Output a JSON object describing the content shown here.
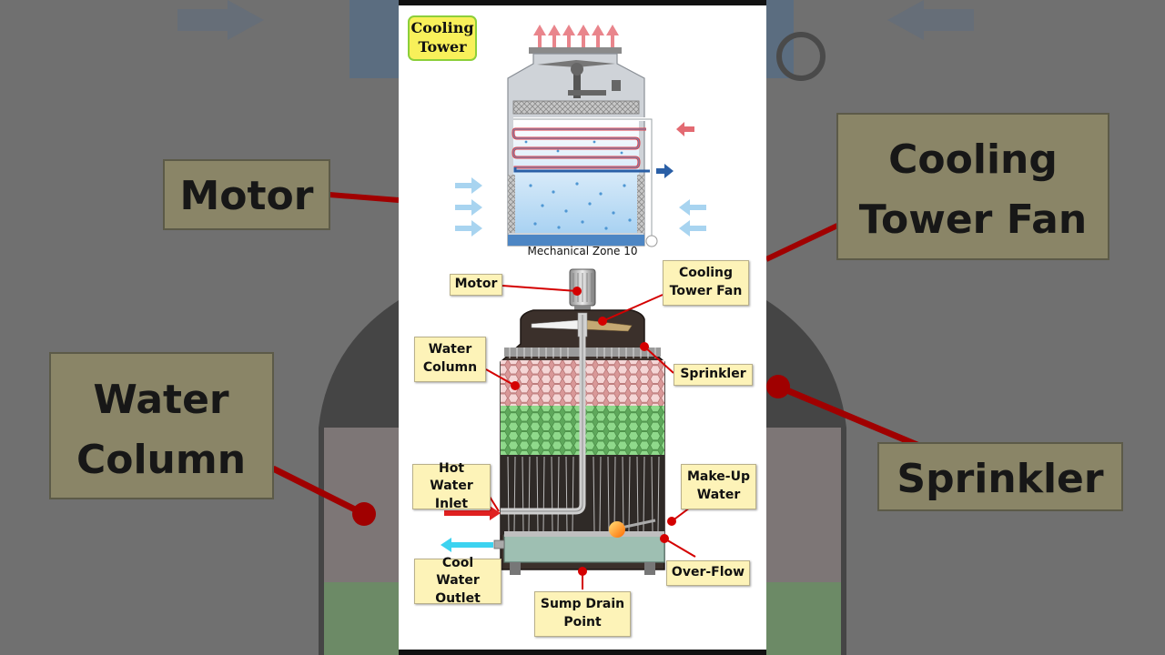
{
  "badge": {
    "title": "Cooling Tower"
  },
  "top_diagram": {
    "caption": "Mechanical Zone 10"
  },
  "labels": {
    "motor": "Motor",
    "cooling_tower_fan": "Cooling Tower Fan",
    "water_column": "Water Column",
    "sprinkler": "Sprinkler",
    "hot_water_inlet": "Hot Water Inlet",
    "make_up_water": "Make-Up Water",
    "cool_water_outlet": "Cool Water Outlet",
    "over_flow": "Over-Flow",
    "sump_drain_point": "Sump Drain Point"
  },
  "background": {
    "motor": "Motor",
    "cooling_tower_fan": "Cooling Tower Fan",
    "water_column": "Water Column",
    "sprinkler": "Sprinkler"
  },
  "colors": {
    "leader_line": "#d40000",
    "hot_arrow": "#e02020",
    "cool_arrow": "#3cd3f0",
    "exhaust_arrow": "#e9858c",
    "air_arrow": "#a8d4f0",
    "label_fill": "#fdf3b8",
    "badge_fill": "#f8f05a"
  }
}
